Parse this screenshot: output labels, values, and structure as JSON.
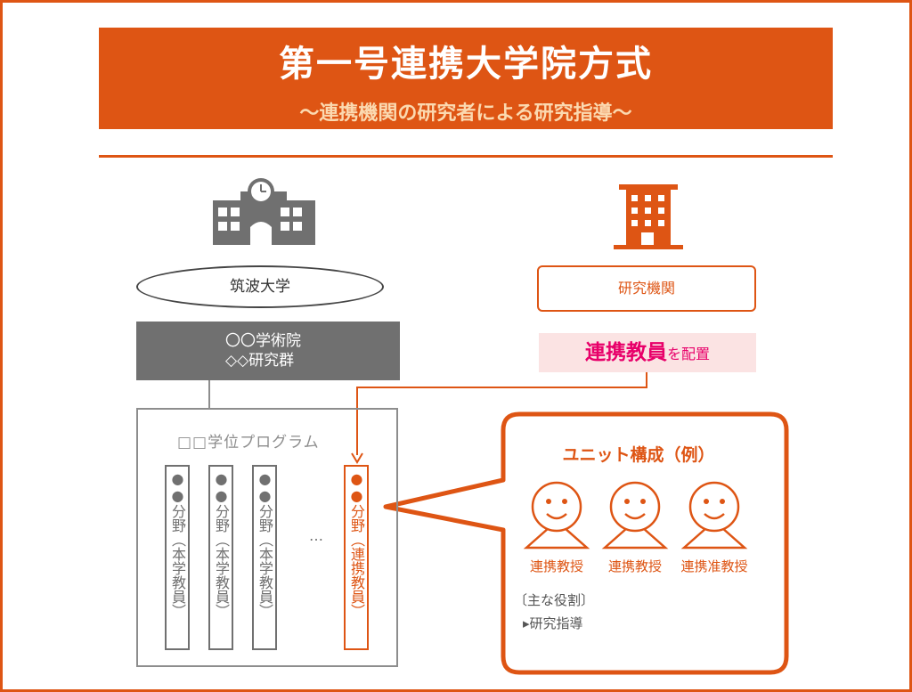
{
  "header": {
    "title": "第一号連携大学院方式",
    "subtitle": "〜連携機関の研究者による研究指導〜"
  },
  "university": {
    "name": "筑波大学",
    "org_line1": "〇〇学術院",
    "org_line2": "◇◇研究群",
    "program": "□□学位プログラム",
    "fields": [
      "●●分野︵本学教員︶",
      "●●分野︵本学教員︶",
      "●●分野︵本学教員︶"
    ],
    "ellipsis": "…",
    "partner_field": "●●分野︵連携教員︶"
  },
  "institution": {
    "name": "研究機関",
    "assign_emph": "連携教員",
    "assign_rest": "を配置"
  },
  "unit": {
    "title": "ユニット構成（例）",
    "members": [
      "連携教授",
      "連携教授",
      "連携准教授"
    ],
    "roles_label": "〔主な役割〕",
    "duty": "▸研究指導"
  },
  "colors": {
    "accent": "#de5514",
    "gray": "#707070",
    "pink": "#e8006a",
    "pink_bg": "#fbe3e3"
  }
}
